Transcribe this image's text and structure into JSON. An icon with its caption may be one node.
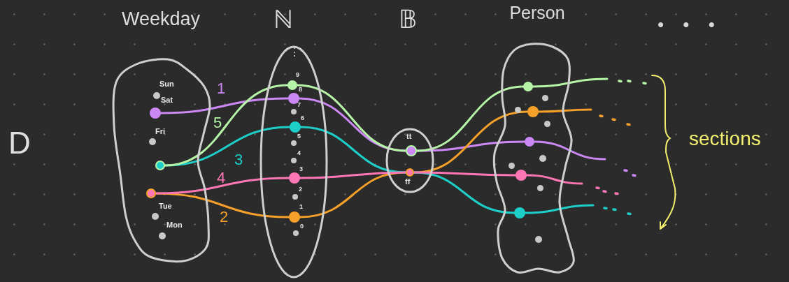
{
  "diagram": {
    "nodes": [
      {
        "text": [
          "Weekday"
        ]
      },
      {
        "text": [],
        "shape": "circle",
        "in": 0,
        "beside": [
          "Sun"
        ]
      },
      {
        "text": [],
        "shape": "circle",
        "in": 0,
        "beside": [
          "Sat"
        ]
      },
      {
        "text": [],
        "shape": "circle",
        "in": 0,
        "beside": [
          "Fri"
        ]
      },
      {
        "text": [],
        "shape": "circle",
        "in": 0
      },
      {
        "text": [],
        "shape": "circle",
        "in": 0
      },
      {
        "text": [],
        "shape": "circle",
        "in": 0,
        "beside": [
          "Tue"
        ]
      },
      {
        "text": [],
        "shape": "circle",
        "in": 0,
        "beside": [
          "Mon"
        ]
      },
      {
        "text": [
          "ℕ"
        ]
      },
      {
        "text": [],
        "shape": "circle",
        "in": 8,
        "beside": [
          "9"
        ]
      },
      {
        "text": [],
        "shape": "circle",
        "in": 8,
        "beside": [
          "8"
        ]
      },
      {
        "text": [],
        "shape": "circle",
        "in": 8,
        "beside": [
          "7"
        ]
      },
      {
        "text": [],
        "shape": "circle",
        "in": 8,
        "beside": [
          "6"
        ]
      },
      {
        "text": [],
        "shape": "circle",
        "in": 8,
        "beside": [
          "5"
        ]
      },
      {
        "text": [],
        "shape": "circle",
        "in": 8,
        "beside": [
          "4"
        ]
      },
      {
        "text": [],
        "shape": "circle",
        "in": 8,
        "beside": [
          "3"
        ]
      },
      {
        "text": [],
        "shape": "circle",
        "in": 8,
        "beside": [
          "2"
        ]
      },
      {
        "text": [],
        "shape": "circle",
        "in": 8,
        "beside": [
          "1"
        ]
      },
      {
        "text": [],
        "shape": "circle",
        "in": 8,
        "beside": [
          "0"
        ]
      },
      {
        "text": [
          "𝔹"
        ]
      },
      {
        "text": [],
        "shape": "circle",
        "in": 19,
        "beside": [
          "tt"
        ]
      },
      {
        "text": [],
        "shape": "circle",
        "in": 19,
        "beside": [
          "ff"
        ]
      },
      {
        "text": [
          "Person"
        ]
      },
      {
        "text": [],
        "shape": "circle",
        "in": 22
      },
      {
        "text": [],
        "shape": "circle",
        "in": 22
      },
      {
        "text": [],
        "shape": "circle",
        "in": 22
      },
      {
        "text": [],
        "shape": "circle",
        "in": 22
      },
      {
        "text": [],
        "shape": "circle",
        "in": 22
      },
      {
        "text": [],
        "shape": "circle",
        "in": 22
      },
      {
        "text": [],
        "shape": "circle",
        "in": 22
      },
      {
        "text": [],
        "shape": "circle",
        "in": 22
      },
      {
        "text": [],
        "shape": "circle",
        "in": 22
      },
      {
        "text": [],
        "shape": "circle",
        "in": 22
      },
      {
        "text": [],
        "shape": "circle",
        "in": 22
      },
      {
        "text": [],
        "shape": "circle",
        "in": 22
      }
    ],
    "edges": [
      {
        "from": 2,
        "to": 10,
        "arrow": "none",
        "label": "1",
        "color": "#cc88f5"
      },
      {
        "from": 10,
        "to": 20,
        "arrow": "none",
        "color": "#cc88f5"
      },
      {
        "from": 20,
        "to": 28,
        "arrow": "none",
        "color": "#cc88f5"
      },
      {
        "from": 28,
        "to": null,
        "arrow": "none",
        "color": "#cc88f5"
      },
      {
        "from": 5,
        "to": 17,
        "arrow": "none",
        "label": "2",
        "color": "#f5a02a"
      },
      {
        "from": 17,
        "to": 21,
        "arrow": "none",
        "color": "#f5a02a"
      },
      {
        "from": 21,
        "to": 26,
        "arrow": "none",
        "color": "#f5a02a"
      },
      {
        "from": 26,
        "to": null,
        "arrow": "none",
        "color": "#f5a02a"
      },
      {
        "from": 4,
        "to": 12,
        "arrow": "none",
        "label": "3",
        "color": "#1ecfc9"
      },
      {
        "from": 12,
        "to": 21,
        "arrow": "none",
        "color": "#1ecfc9"
      },
      {
        "from": 21,
        "to": 33,
        "arrow": "none",
        "color": "#1ecfc9"
      },
      {
        "from": 33,
        "to": null,
        "arrow": "none",
        "color": "#1ecfc9"
      },
      {
        "from": 5,
        "to": 15,
        "arrow": "none",
        "label": "4",
        "color": "#ff76b4"
      },
      {
        "from": 15,
        "to": 21,
        "arrow": "none",
        "color": "#ff76b4"
      },
      {
        "from": 21,
        "to": 31,
        "arrow": "none",
        "color": "#ff76b4"
      },
      {
        "from": 31,
        "to": null,
        "arrow": "none",
        "color": "#ff76b4"
      },
      {
        "from": 4,
        "to": 9,
        "arrow": "none",
        "label": "5",
        "color": "#b6f5a8"
      },
      {
        "from": 9,
        "to": 20,
        "arrow": "none",
        "color": "#b6f5a8"
      },
      {
        "from": 20,
        "to": 23,
        "arrow": "none",
        "color": "#b6f5a8"
      },
      {
        "from": 23,
        "to": null,
        "arrow": "none",
        "color": "#b6f5a8"
      }
    ],
    "labels": [
      "• • •",
      "⋮",
      "D",
      "sections"
    ]
  }
}
